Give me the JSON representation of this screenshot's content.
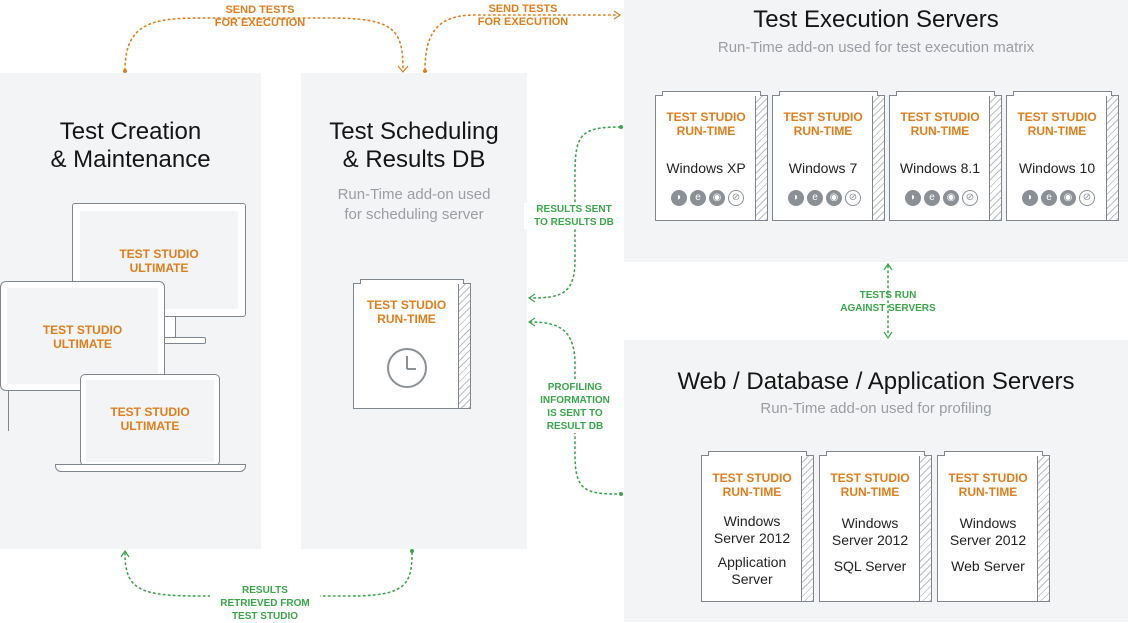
{
  "panels": {
    "creation": {
      "title": "Test Creation\n& Maintenance"
    },
    "scheduling": {
      "title": "Test Scheduling\n& Results DB",
      "subtitle": "Run-Time add-on used\nfor scheduling server"
    },
    "execution": {
      "title": "Test Execution Servers",
      "subtitle": "Run-Time add-on used for test execution matrix"
    },
    "web": {
      "title": "Web / Database / Application Servers",
      "subtitle": "Run-Time add-on used for profiling"
    }
  },
  "devices": {
    "monitor": "TEST STUDIO\nULTIMATE",
    "laptop_back": "TEST STUDIO\nULTIMATE",
    "laptop_front": "TEST STUDIO\nULTIMATE"
  },
  "scheduler_box": {
    "title": "TEST STUDIO\nRUN-TIME",
    "icon": "clock-icon"
  },
  "execution_boxes": [
    {
      "title": "TEST STUDIO\nRUN-TIME",
      "label": "Windows XP"
    },
    {
      "title": "TEST STUDIO\nRUN-TIME",
      "label": "Windows 7"
    },
    {
      "title": "TEST STUDIO\nRUN-TIME",
      "label": "Windows 8.1"
    },
    {
      "title": "TEST STUDIO\nRUN-TIME",
      "label": "Windows 10"
    }
  ],
  "browser_icons": [
    "firefox-icon",
    "ie-icon",
    "chrome-icon",
    "safari-icon"
  ],
  "web_boxes": [
    {
      "title": "TEST STUDIO\nRUN-TIME",
      "label": "Windows\nServer 2012",
      "role": "Application\nServer"
    },
    {
      "title": "TEST STUDIO\nRUN-TIME",
      "label": "Windows\nServer 2012",
      "role": "SQL Server"
    },
    {
      "title": "TEST STUDIO\nRUN-TIME",
      "label": "Windows\nServer 2012",
      "role": "Web Server"
    }
  ],
  "arrow_labels": {
    "send_tests_1": "SEND TESTS\nFOR EXECUTION",
    "send_tests_2": "SEND TESTS\nFOR EXECUTION",
    "results_sent": "RESULTS SENT\nTO RESULTS DB",
    "tests_run": "TESTS RUN\nAGAINST SERVERS",
    "profiling": "PROFILING\nINFORMATION\nIS SENT TO\nRESULT DB",
    "results_retrieved": "RESULTS\nRETRIEVED FROM\nTEST STUDIO"
  },
  "colors": {
    "orange": "#e07e1b",
    "green": "#3aa64a",
    "panel": "#f3f4f5",
    "outline": "#7f868e"
  }
}
